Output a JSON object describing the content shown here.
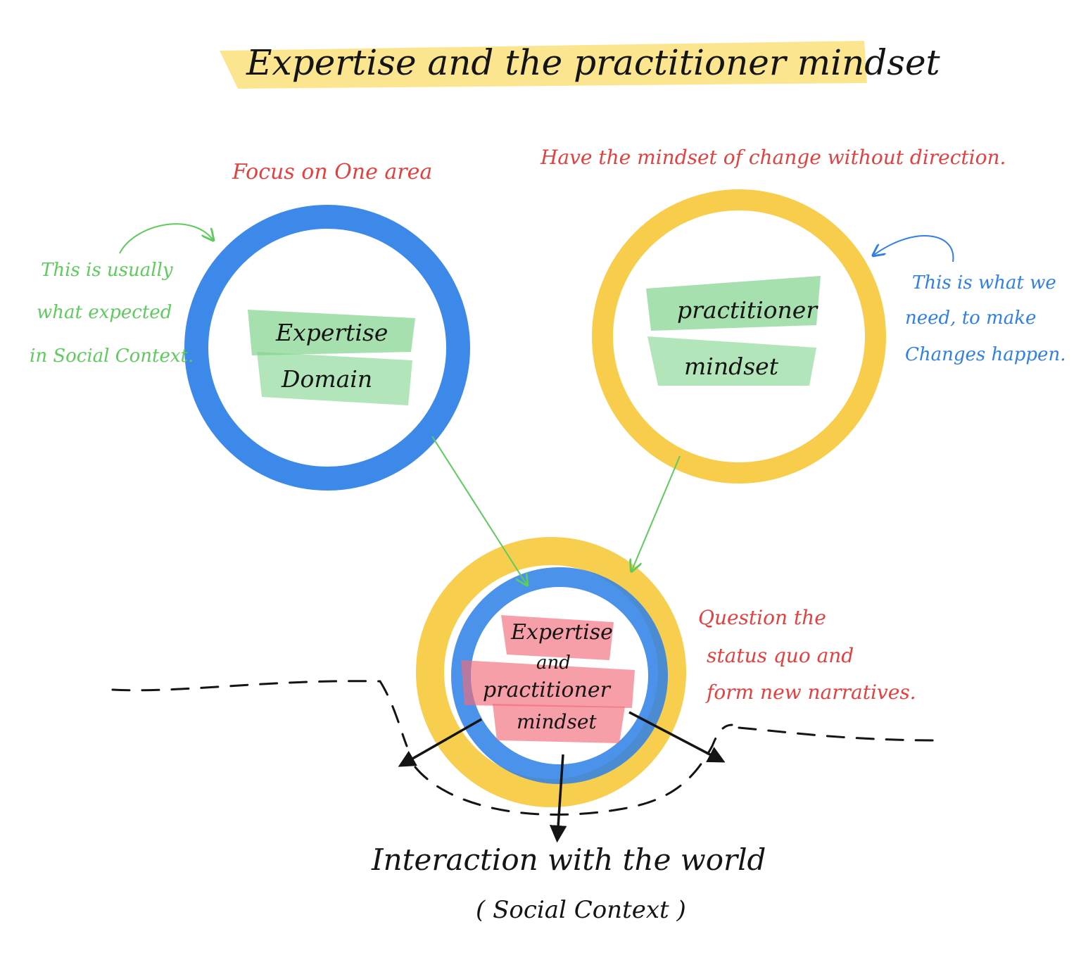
{
  "title": "Expertise and the practitioner mindset",
  "colors": {
    "highlight_yellow": "#f9dc6a",
    "ring_blue": "#2b7fe7",
    "ring_yellow": "#f7c93c",
    "fill_green": "#7fd38b",
    "fill_red": "#f26b7a",
    "ink_red": "#e2413f",
    "ink_green": "#5ecb5e",
    "ink_blue": "#2f7fe6",
    "ink_black": "#141414"
  },
  "left_circle": {
    "heading": "Focus on One area",
    "label_line1": "Expertise",
    "label_line2": "Domain",
    "note_lines": [
      "This is usually",
      "what expected",
      "in Social Context."
    ]
  },
  "right_circle": {
    "heading": "Have the mindset of change without direction.",
    "label_line1": "practitioner",
    "label_line2": "mindset",
    "note_lines": [
      "This is what we",
      "need, to make",
      "Changes happen."
    ]
  },
  "center_circle": {
    "label_lines": [
      "Expertise",
      "and",
      "practitioner",
      "mindset"
    ],
    "note_lines": [
      "Question the",
      "status quo and",
      "form new narratives."
    ]
  },
  "bottom": {
    "line1": "Interaction with the world",
    "line2": "( Social Context )"
  }
}
